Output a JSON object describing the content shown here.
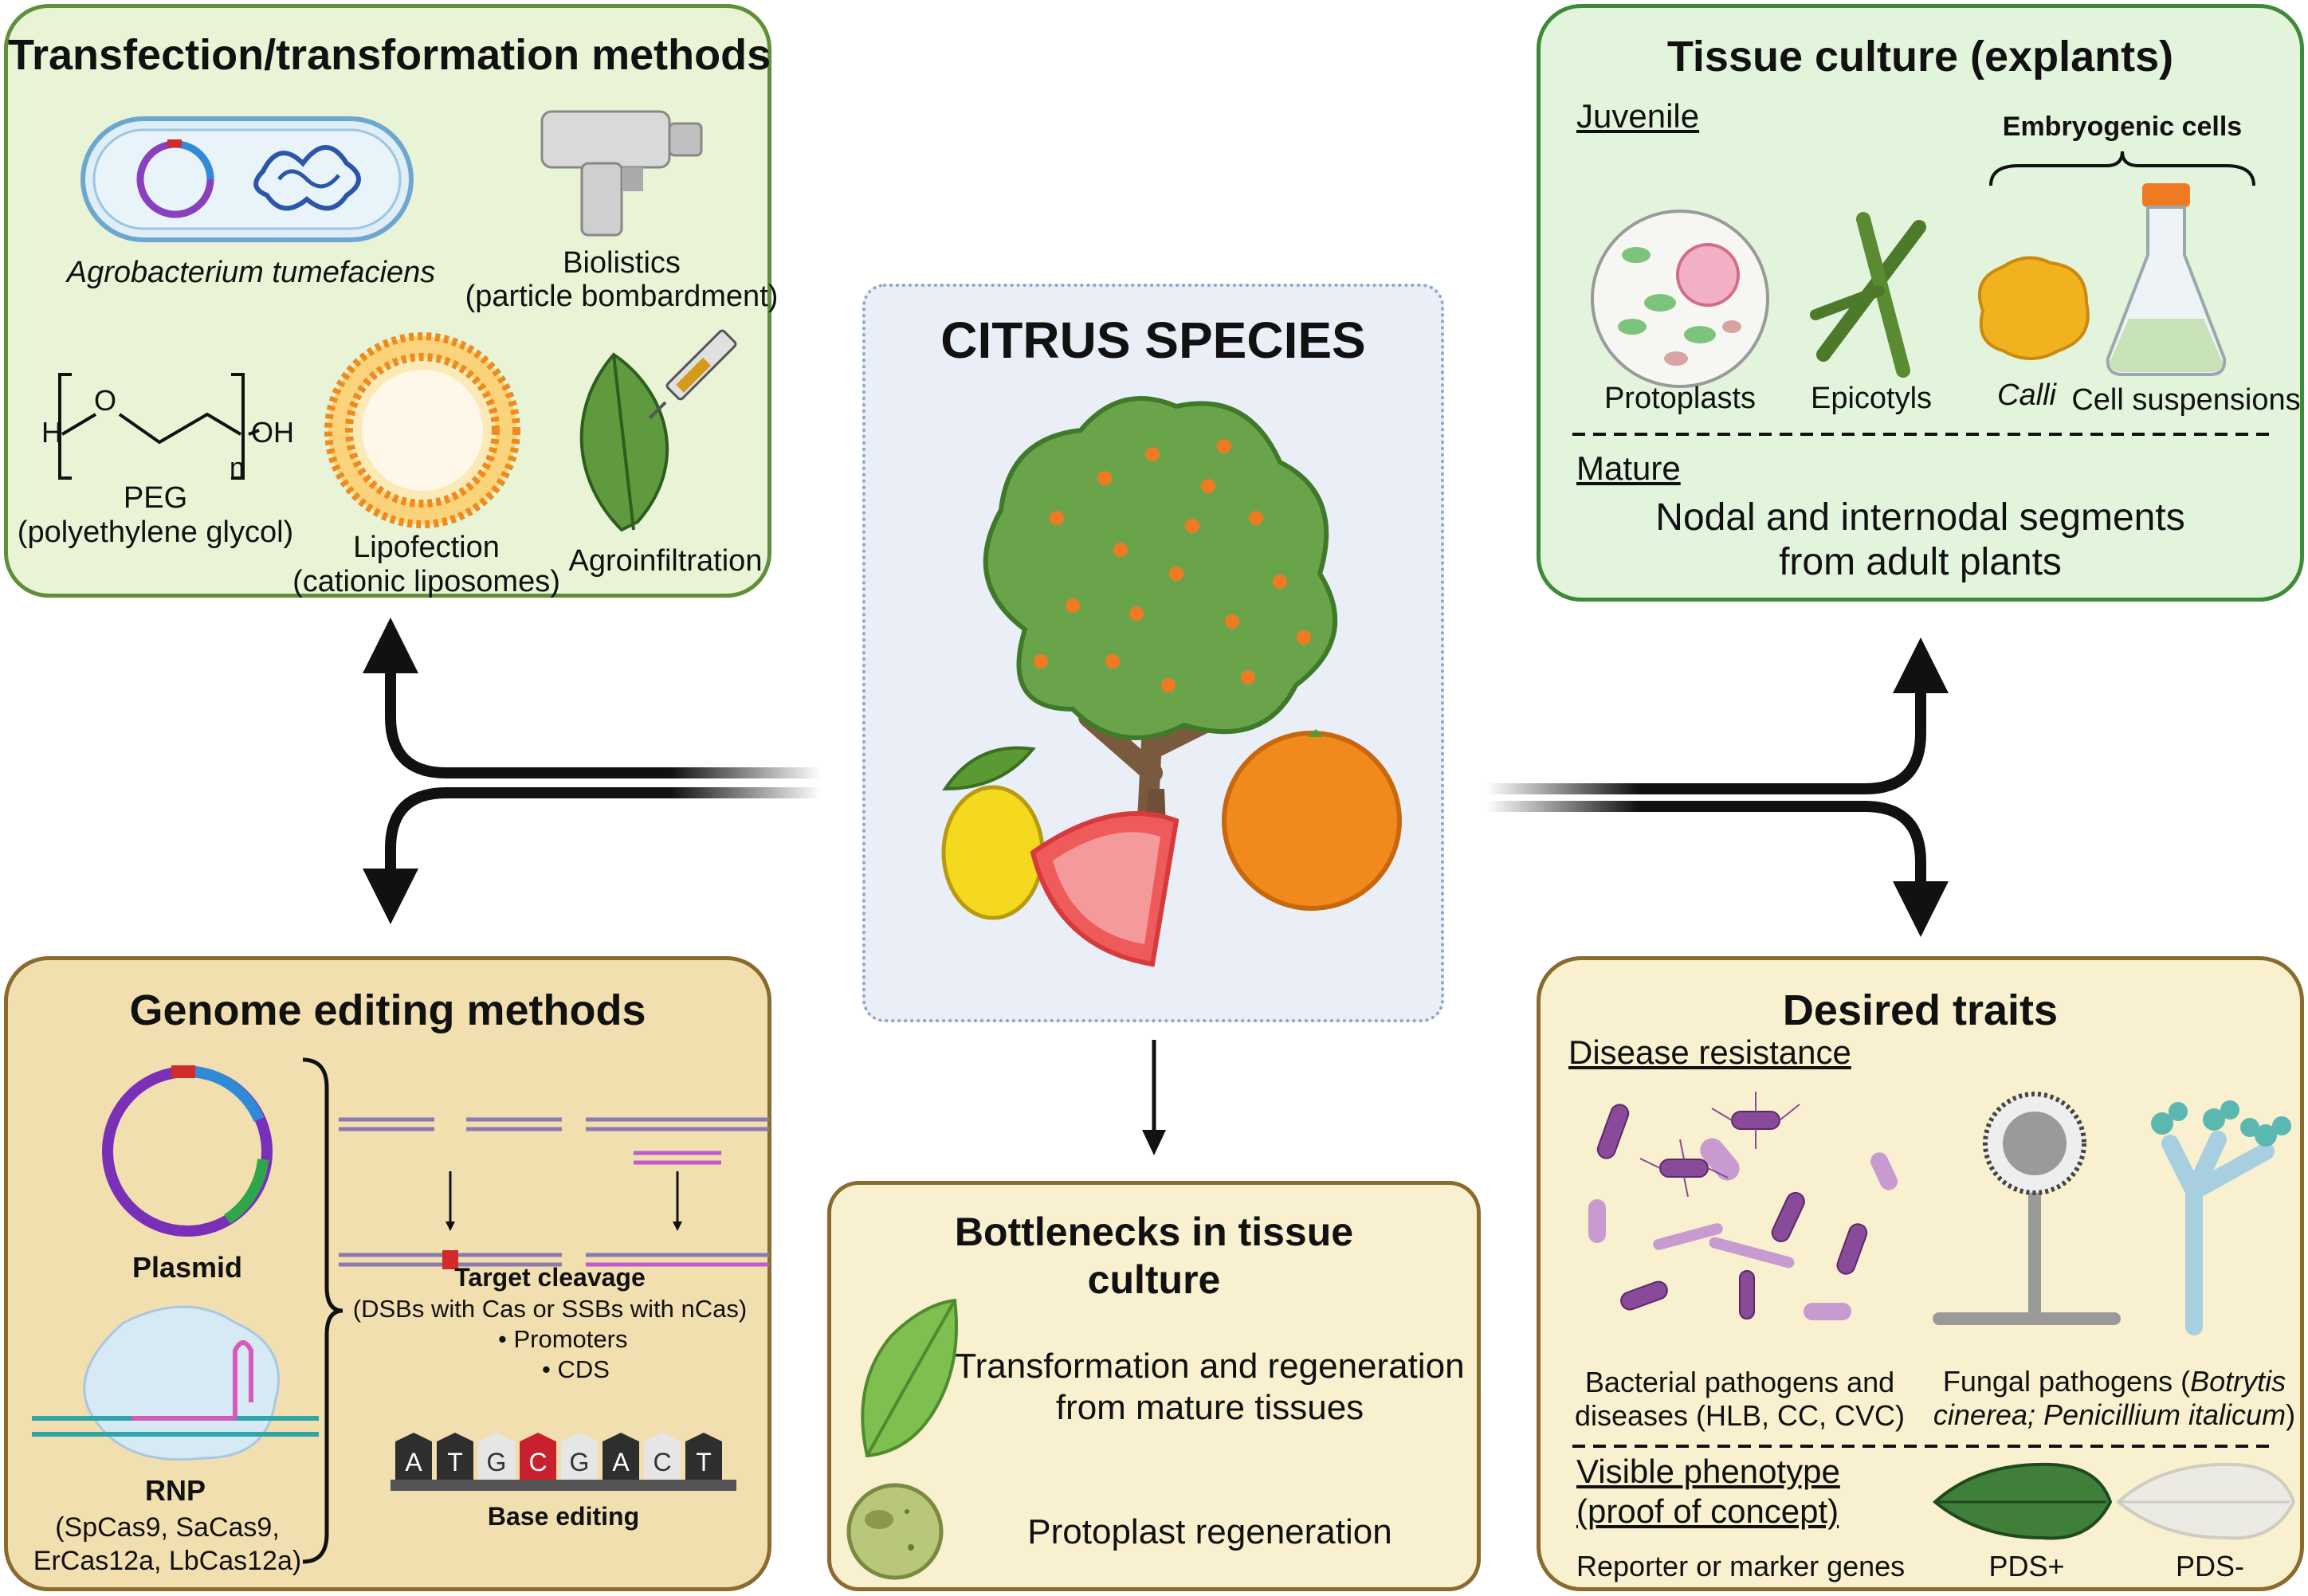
{
  "center": {
    "title": "CITRUS SPECIES"
  },
  "transfection": {
    "title": "Transfection/transformation methods",
    "agro": "Agrobacterium tumefaciens",
    "biolistics_1": "Biolistics",
    "biolistics_2": "(particle bombardment)",
    "peg_1": "PEG",
    "peg_2": "(polyethylene glycol)",
    "peg_h": "H",
    "peg_o": "O",
    "peg_oh": "OH",
    "peg_n": "n",
    "lipo_1": "Lipofection",
    "lipo_2": "(cationic liposomes)",
    "agroinfiltration": "Agroinfiltration"
  },
  "tissue": {
    "title": "Tissue culture (explants)",
    "juvenile": "Juvenile",
    "embryogenic": "Embryogenic cells",
    "protoplasts": "Protoplasts",
    "epicotyls": "Epicotyls",
    "calli": "Calli",
    "cell_suspensions": "Cell suspensions",
    "mature": "Mature",
    "nodal_1": "Nodal and internodal segments",
    "nodal_2": "from adult plants"
  },
  "genome": {
    "title": "Genome editing methods",
    "plasmid": "Plasmid",
    "rnp": "RNP",
    "rnp_1": "(SpCas9, SaCas9,",
    "rnp_2": "ErCas12a, LbCas12a)",
    "target": "Target cleavage",
    "target_desc": "(DSBs with Cas or SSBs with nCas)",
    "bullet_1": "Promoters",
    "bullet_2": "CDS",
    "bases": [
      "A",
      "T",
      "G",
      "C",
      "G",
      "A",
      "C",
      "T"
    ],
    "base_editing": "Base editing"
  },
  "bottlenecks": {
    "title_1": "Bottlenecks in tissue",
    "title_2": "culture",
    "item_1a": "Transformation and regeneration",
    "item_1b": "from mature tissues",
    "item_2": "Protoplast regeneration"
  },
  "traits": {
    "title": "Desired traits",
    "disease": "Disease resistance",
    "bact_1": "Bacterial pathogens and",
    "bact_2": "diseases (HLB, CC, CVC)",
    "fungal_1a": "Fungal pathogens (",
    "fungal_1b": "Botrytis",
    "fungal_2a": "cinerea; Penicillium italicum",
    "fungal_2b": ")",
    "visible_1": "Visible phenotype",
    "visible_2": "(proof of concept)",
    "reporter": "Reporter or marker genes",
    "pds_plus": "PDS+",
    "pds_minus": "PDS-"
  },
  "colors": {
    "green_panel": "#e9f3d6",
    "tan_panel": "#f2dfb0",
    "cream_panel": "#f8f0cf",
    "center_panel": "#e9eef7",
    "orange": "#f08a1c",
    "leaf_green": "#4f8a2e",
    "purple": "#7a3e8c"
  }
}
